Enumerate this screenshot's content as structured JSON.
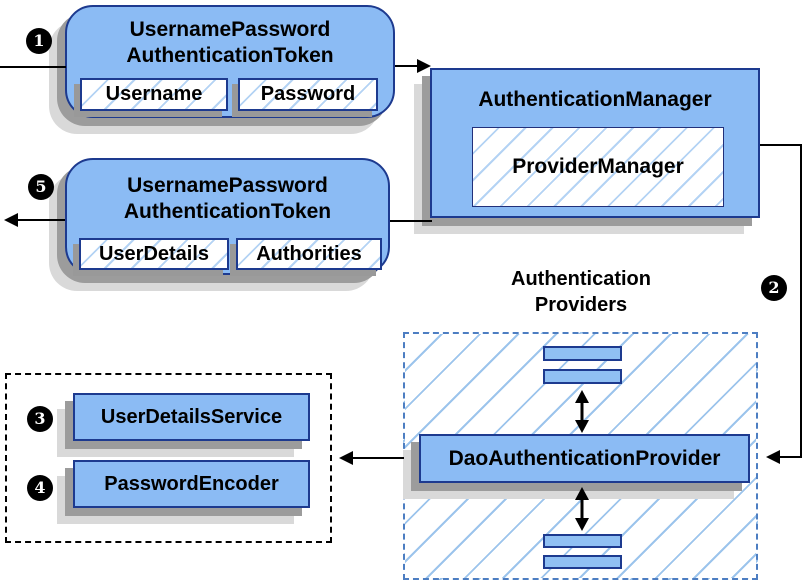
{
  "badges": {
    "step1": "1",
    "step2": "2",
    "step3": "3",
    "step4": "4",
    "step5": "5"
  },
  "nodes": {
    "request_token": {
      "title": [
        "UsernamePassword",
        "AuthenticationToken"
      ],
      "fields": [
        "Username",
        "Password"
      ]
    },
    "authentication_manager": {
      "title": "AuthenticationManager",
      "inner": "ProviderManager"
    },
    "response_token": {
      "title": [
        "UsernamePassword",
        "AuthenticationToken"
      ],
      "fields": [
        "UserDetails",
        "Authorities"
      ]
    },
    "providers_group": {
      "label": [
        "Authentication",
        "Providers"
      ]
    },
    "dao_authentication_provider": {
      "title": "DaoAuthenticationProvider"
    },
    "user_details_service": {
      "title": "UserDetailsService"
    },
    "password_encoder": {
      "title": "PasswordEncoder"
    }
  },
  "colors": {
    "node_fill": "#8bbbf4",
    "node_border": "#1d3a8f",
    "hatch_line": "#9cc4ec",
    "providers_dashed_border": "#4d7ec2",
    "services_dotted_border": "#000000",
    "shadow_dark": "#9c9c9c",
    "shadow_light": "#d9d9d9",
    "connector": "#000000",
    "badge_bg": "#000000",
    "badge_text": "#ffffff"
  }
}
